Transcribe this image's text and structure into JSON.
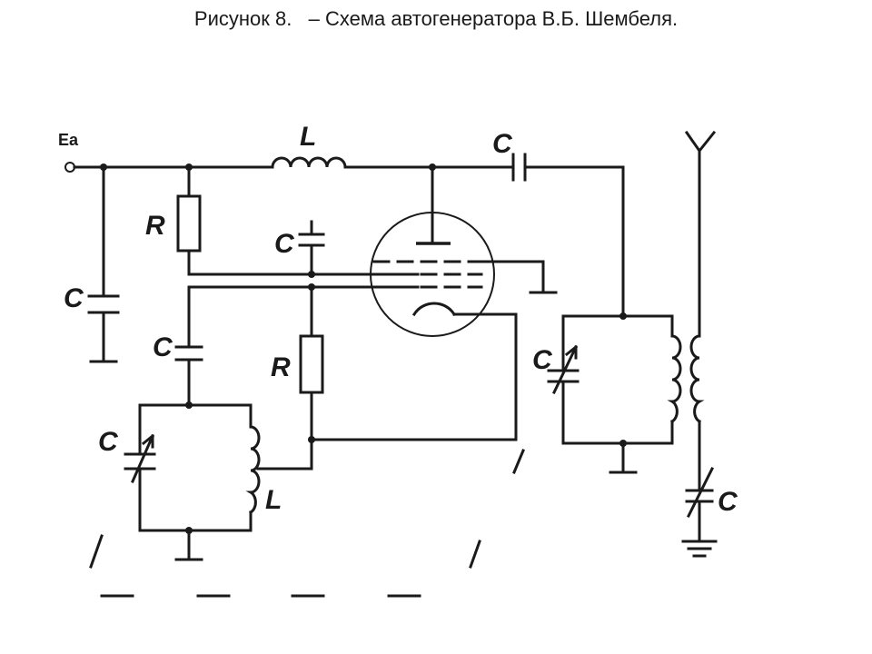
{
  "title": "Рисунок 8.   – Схема автогенератора В.Б. Шембеля.",
  "labels": {
    "supply": "Ea",
    "L_top": "L",
    "C_top": "C",
    "R_upper": "R",
    "C_grid": "C",
    "C_left": "C",
    "C_mid": "C",
    "R_mid": "R",
    "C_var_left": "C",
    "L_left": "L",
    "C_var_right": "C",
    "C_ant": "C"
  }
}
